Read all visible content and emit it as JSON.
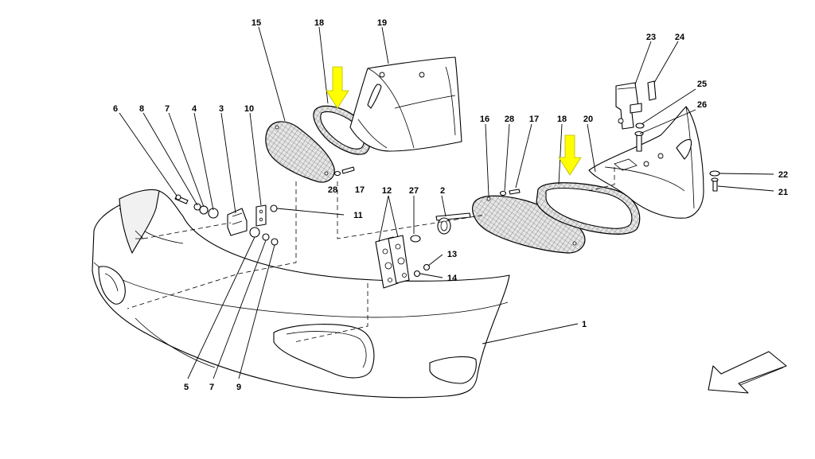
{
  "diagram": {
    "callouts": [
      {
        "id": "c15",
        "text": "15"
      },
      {
        "id": "c18a",
        "text": "18"
      },
      {
        "id": "c19",
        "text": "19"
      },
      {
        "id": "c23",
        "text": "23"
      },
      {
        "id": "c24",
        "text": "24"
      },
      {
        "id": "c25",
        "text": "25"
      },
      {
        "id": "c26",
        "text": "26"
      },
      {
        "id": "c6",
        "text": "6"
      },
      {
        "id": "c8",
        "text": "8"
      },
      {
        "id": "c7a",
        "text": "7"
      },
      {
        "id": "c4",
        "text": "4"
      },
      {
        "id": "c3",
        "text": "3"
      },
      {
        "id": "c10",
        "text": "10"
      },
      {
        "id": "c16",
        "text": "16"
      },
      {
        "id": "c28a",
        "text": "28"
      },
      {
        "id": "c17a",
        "text": "17"
      },
      {
        "id": "c18b",
        "text": "18"
      },
      {
        "id": "c20",
        "text": "20"
      },
      {
        "id": "c28b",
        "text": "28"
      },
      {
        "id": "c17b",
        "text": "17"
      },
      {
        "id": "c22",
        "text": "22"
      },
      {
        "id": "c21",
        "text": "21"
      },
      {
        "id": "c11",
        "text": "11"
      },
      {
        "id": "c12",
        "text": "12"
      },
      {
        "id": "c27",
        "text": "27"
      },
      {
        "id": "c2",
        "text": "2"
      },
      {
        "id": "c13",
        "text": "13"
      },
      {
        "id": "c14",
        "text": "14"
      },
      {
        "id": "c1",
        "text": "1"
      },
      {
        "id": "c5",
        "text": "5"
      },
      {
        "id": "c7b",
        "text": "7"
      },
      {
        "id": "c9",
        "text": "9"
      }
    ],
    "highlight_color": "#ffff00",
    "line_color": "#000000",
    "background_color": "#ffffff"
  }
}
